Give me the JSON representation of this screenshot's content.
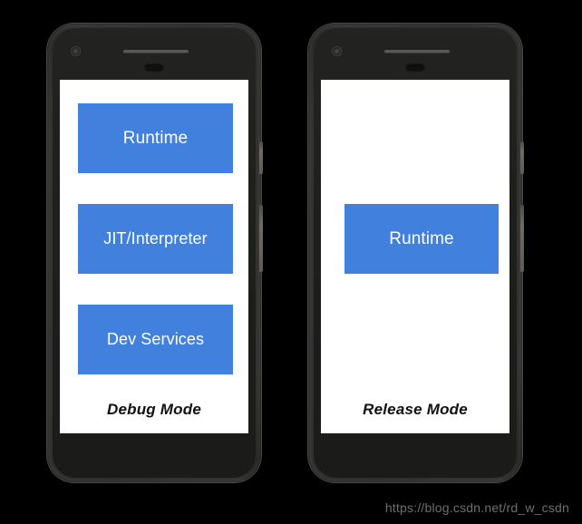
{
  "background_color": "#000000",
  "accent_color": "#4180DC",
  "phones": [
    {
      "device_name": "phone-debug",
      "caption": "Debug Mode",
      "icons": {
        "camera": "front-camera-icon",
        "earpiece": "earpiece-speaker-icon",
        "sensor": "proximity-sensor-icon"
      },
      "buttons": {
        "power": "power-button",
        "volume": "volume-button"
      },
      "layers": [
        {
          "label": "Runtime"
        },
        {
          "label": "JIT/Interpreter"
        },
        {
          "label": "Dev Services"
        }
      ]
    },
    {
      "device_name": "phone-release",
      "caption": "Release Mode",
      "icons": {
        "camera": "front-camera-icon",
        "earpiece": "earpiece-speaker-icon",
        "sensor": "proximity-sensor-icon"
      },
      "buttons": {
        "power": "power-button",
        "volume": "volume-button"
      },
      "layers": [
        {
          "label": "Runtime"
        }
      ]
    }
  ],
  "watermark": "https://blog.csdn.net/rd_w_csdn"
}
